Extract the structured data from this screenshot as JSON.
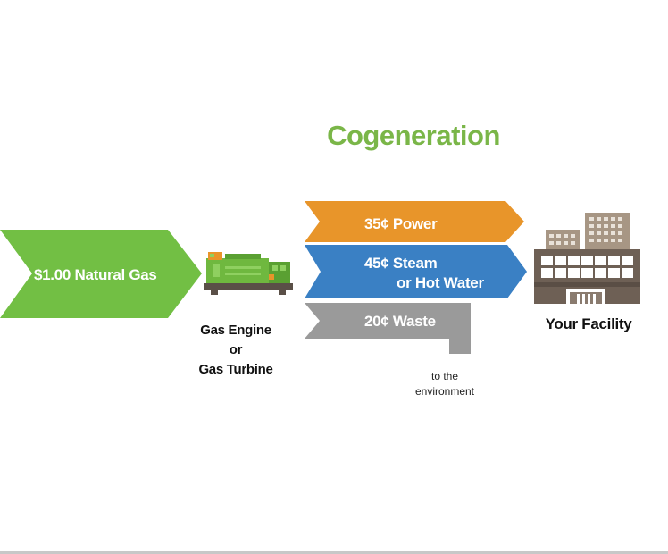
{
  "title": "Cogeneration",
  "input": {
    "label": "$1.00 Natural Gas"
  },
  "engine": {
    "line1": "Gas Engine",
    "line2": "or",
    "line3": "Gas Turbine"
  },
  "outputs": {
    "power": "35¢ Power",
    "steam_line1": "45¢ Steam",
    "steam_line2": "or Hot Water",
    "waste": "20¢ Waste"
  },
  "environment": {
    "line1": "to the",
    "line2": "environment"
  },
  "facility": {
    "label": "Your Facility"
  },
  "colors": {
    "title_green": "#7ab648",
    "gas_green": "#72bf44",
    "power_orange": "#e8952a",
    "steam_blue": "#3a80c4",
    "waste_gray": "#9a9a9a",
    "building_brown": "#6e6055",
    "building_tan": "#a79684",
    "generator_green": "#6fb83f"
  }
}
